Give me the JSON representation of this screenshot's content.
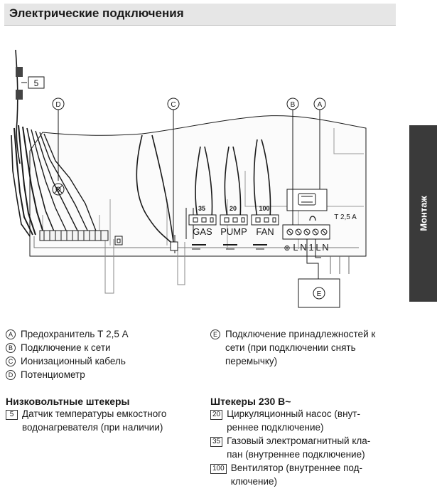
{
  "header": {
    "title": "Электрические подключения"
  },
  "side_tab": {
    "label": "Монтаж"
  },
  "diagram": {
    "box_code": "5",
    "callouts": {
      "a": "A",
      "b": "B",
      "c": "C",
      "d": "D",
      "e": "E"
    },
    "connector_codes": {
      "gas": "35",
      "pump": "20",
      "fan": "100"
    },
    "connector_labels": {
      "gas": "GAS",
      "pump": "PUMP",
      "fan": "FAN"
    },
    "terminal_labels": [
      "⊕",
      "L",
      "N",
      "1",
      "L",
      "N"
    ],
    "fuse_label": "T 2,5 A"
  },
  "legend_left": [
    {
      "letter": "A",
      "text": "Предохранитель Т 2,5 А"
    },
    {
      "letter": "B",
      "text": "Подключение к сети"
    },
    {
      "letter": "C",
      "text": "Ионизационный кабель"
    },
    {
      "letter": "D",
      "text": "Потенциометр"
    }
  ],
  "legend_right": {
    "letter": "E",
    "text": "Подключение принадлежностей к\nсети (при подключении снять\nперемычку)"
  },
  "low_voltage": {
    "title": "Низковольтные штекеры",
    "items": [
      {
        "code": "5",
        "text": "Датчик температуры емкостного\nводонагревателя (при наличии)"
      }
    ]
  },
  "mains_plugs": {
    "title": "Штекеры 230 В~",
    "items": [
      {
        "code": "20",
        "text": "Циркуляционный насос (внут-\nреннее подключение)"
      },
      {
        "code": "35",
        "text": "Газовый электромагнитный кла-\nпан (внутреннее подключение)"
      },
      {
        "code": "100",
        "text": "Вентилятор (внутреннее под-\nключение)"
      }
    ]
  }
}
